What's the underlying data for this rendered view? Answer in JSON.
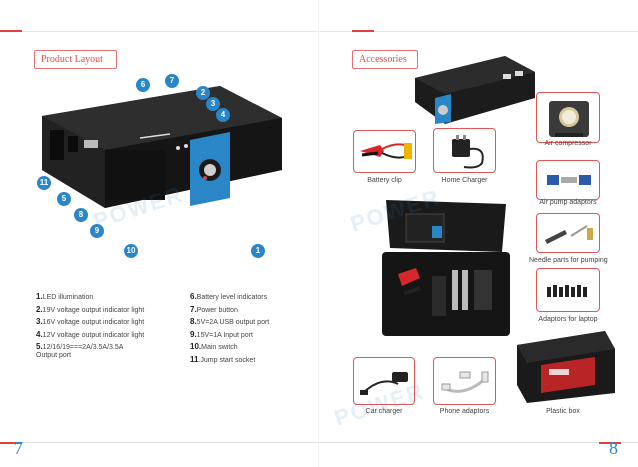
{
  "left": {
    "section_title": "Product Layout",
    "page_number": "7",
    "callouts": [
      "6",
      "7",
      "2",
      "3",
      "4",
      "11",
      "5",
      "8",
      "9",
      "10",
      "1"
    ],
    "legend_left": [
      {
        "num": "1.",
        "text": "LED illumination"
      },
      {
        "num": "2.",
        "text": "19V voltage output indicator light"
      },
      {
        "num": "3.",
        "text": "16V voltage output indicator light"
      },
      {
        "num": "4.",
        "text": "12V voltage output indicator light"
      },
      {
        "num": "5.",
        "text": "12/16/19===2A/3.5A/3.5A",
        "text2": "Output port"
      }
    ],
    "legend_right": [
      {
        "num": "6.",
        "text": "Battery level indicators"
      },
      {
        "num": "7.",
        "text": "Power button"
      },
      {
        "num": "8.",
        "text": "5V=2A USB output port"
      },
      {
        "num": "9.",
        "text": "15V=1A Input port"
      },
      {
        "num": "10.",
        "text": "Main switch"
      },
      {
        "num": "11",
        "text": ".Jump start socket"
      }
    ],
    "watermark": "POWER"
  },
  "right": {
    "section_title": "Accessories",
    "page_number": "8",
    "labels": {
      "air_compressor": "Air compressor",
      "battery_clip": "Battery clip",
      "home_charger": "Home Charger",
      "air_pump_adaptors": "Air pump adaptors",
      "needle_parts": "Needle parts for pumping",
      "adaptors_laptop": "Adaptors for laptop",
      "car_charger": "Car charger",
      "phone_adaptors": "Phone adaptors",
      "plastic_box": "Plastic box"
    },
    "watermark": "POWER"
  },
  "colors": {
    "accent_blue": "#2b86c8",
    "accent_red": "#e04040"
  }
}
